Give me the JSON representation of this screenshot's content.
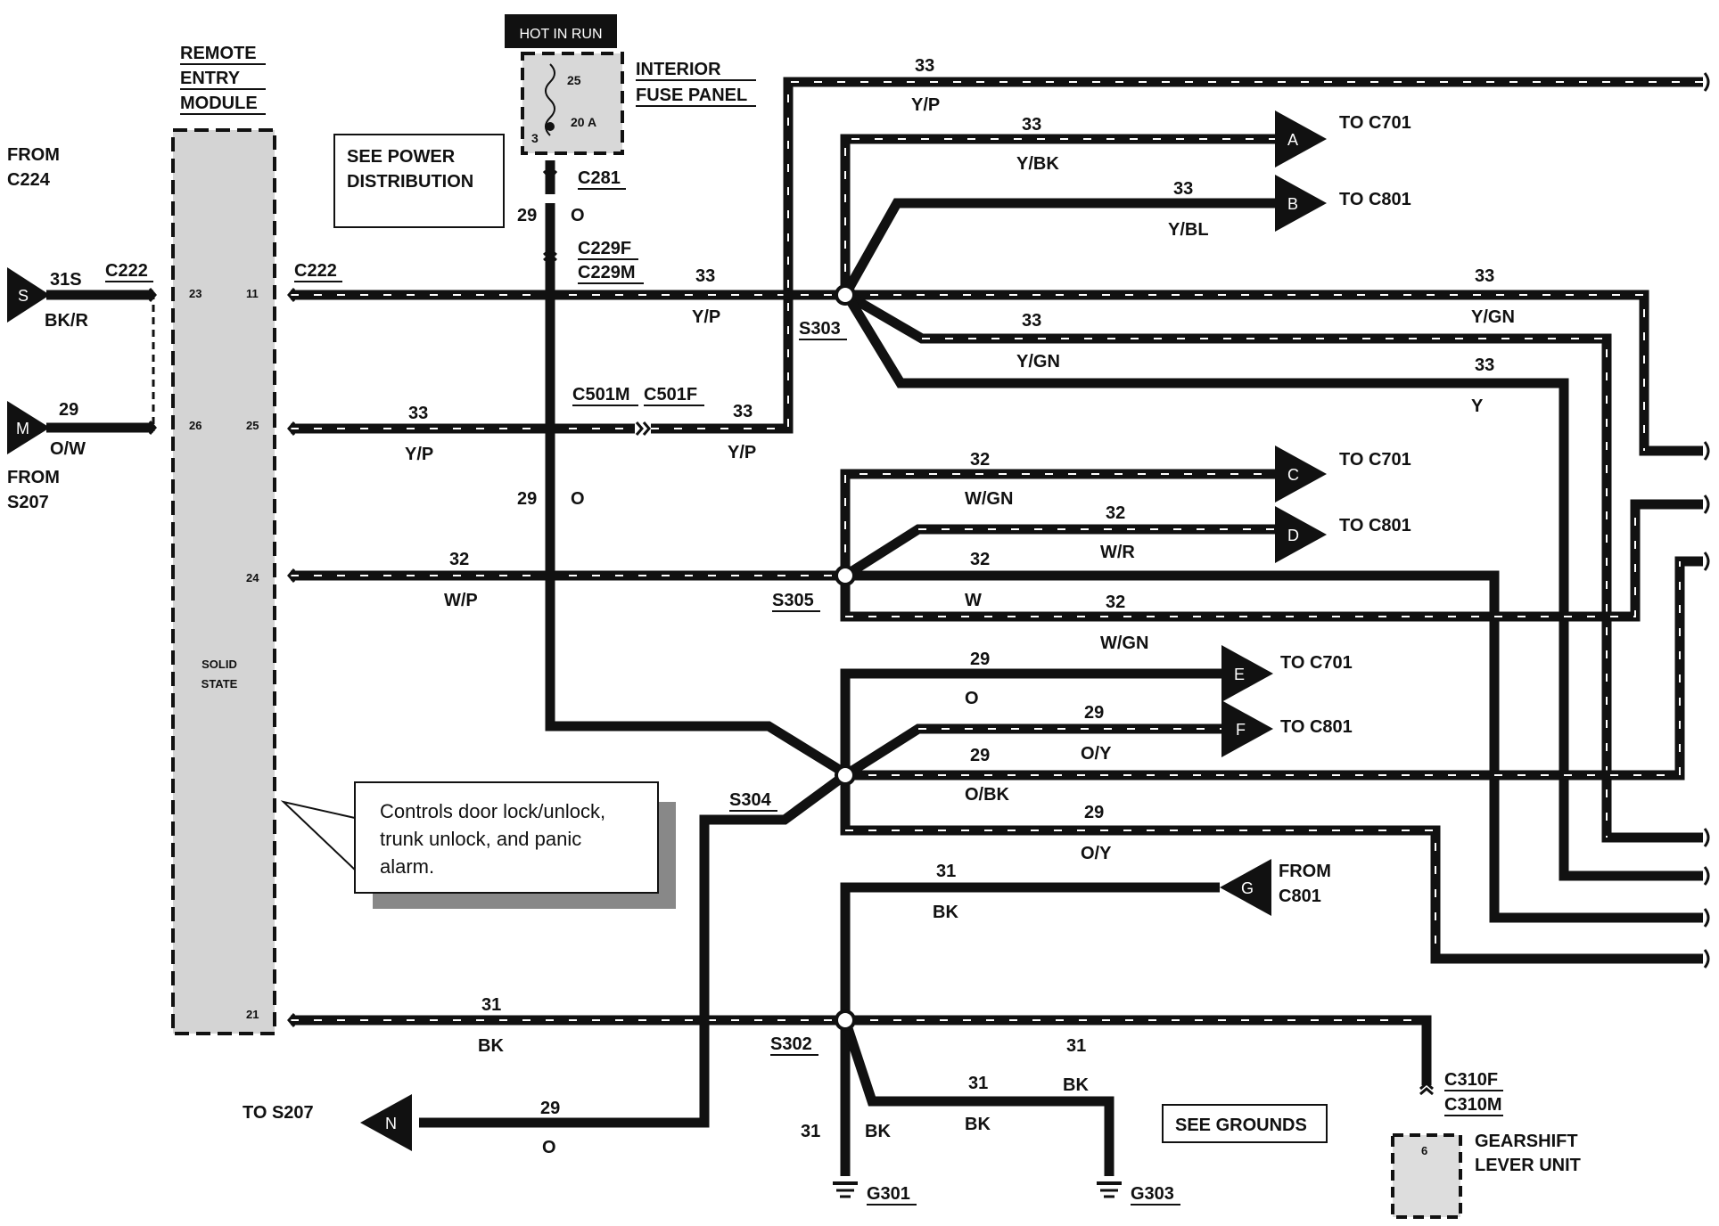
{
  "hot_in_run": "HOT IN RUN",
  "fuse_panel": {
    "line1": "INTERIOR",
    "line2": "FUSE PANEL",
    "fuse_amp": "25",
    "fuse_rating": "20 A",
    "pin": "3"
  },
  "module": {
    "line1": "REMOTE",
    "line2": "ENTRY",
    "line3": "MODULE",
    "solid1": "SOLID",
    "solid2": "STATE",
    "pins": [
      "23",
      "11",
      "26",
      "25",
      "24",
      "21"
    ]
  },
  "see_power": {
    "line1": "SEE POWER",
    "line2": "DISTRIBUTION"
  },
  "see_grounds": "SEE GROUNDS",
  "callout": {
    "line1": "Controls door lock/unlock,",
    "line2": "trunk unlock, and panic",
    "line3": "alarm."
  },
  "from_c224": {
    "line1": "FROM",
    "line2": "C224"
  },
  "from_s207": {
    "line1": "FROM",
    "line2": "S207"
  },
  "to_s207": "TO S207",
  "from_c801": {
    "line1": "FROM",
    "line2": "C801"
  },
  "gearshift": {
    "line1": "GEARSHIFT",
    "line2": "LEVER UNIT",
    "pin": "6"
  },
  "connectors": {
    "s": "S",
    "m": "M",
    "a": "A",
    "b": "B",
    "c": "C",
    "d": "D",
    "e": "E",
    "f": "F",
    "g": "G",
    "n": "N"
  },
  "connector_labels": {
    "c222_left": "C222",
    "c222_right": "C222",
    "c281": "C281",
    "c229f": "C229F",
    "c229m": "C229M",
    "c501m": "C501M",
    "c501f": "C501F",
    "c310f": "C310F",
    "c310m": "C310M",
    "s303": "S303",
    "s305": "S305",
    "s304": "S304",
    "s302": "S302",
    "g301": "G301",
    "g303": "G303"
  },
  "destinations": {
    "a": "TO C701",
    "b": "TO C801",
    "c": "TO C701",
    "d": "TO C801",
    "e": "TO C701",
    "f": "TO C801"
  },
  "wires": {
    "w31s": "31S",
    "w31s_c": "BK/R",
    "w29m": "29",
    "w29m_c": "O/W",
    "w29_fuse": "29",
    "w29_fuse_c": "O",
    "w33a": "33",
    "w33a_c": "Y/P",
    "w33top": "33",
    "w33top_c": "Y/P",
    "w33_ybk": "33",
    "w33_ybk_c": "Y/BK",
    "w33_ybl": "33",
    "w33_ybl_c": "Y/BL",
    "w33_ygn_r": "33",
    "w33_ygn_r_c": "Y/GN",
    "w33_ygn": "33",
    "w33_ygn_c": "Y/GN",
    "w33_y": "33",
    "w33_y_c": "Y",
    "w33_mod": "33",
    "w33_mod_c": "Y/P",
    "w33_c501": "33",
    "w33_c501_c": "Y/P",
    "w29_mid": "29",
    "w29_mid_c": "O",
    "w32_wgn": "32",
    "w32_wgn_c": "W/GN",
    "w32_wr": "32",
    "w32_wr_c": "W/R",
    "w32_mod": "32",
    "w32_mod_c": "W/P",
    "w32_w": "32",
    "w32_w_c": "W",
    "w32_wgn2": "32",
    "w32_wgn2_c": "W/GN",
    "w29_e": "29",
    "w29_e_c": "O",
    "w29_f": "29",
    "w29_f_c": "O/Y",
    "w29_obk": "29",
    "w29_obk_c": "O/BK",
    "w29_oy": "29",
    "w29_oy_c": "O/Y",
    "w31_g": "31",
    "w31_g_c": "BK",
    "w31_mod": "31",
    "w31_mod_c": "BK",
    "w31_right": "31",
    "w31_g303": "31",
    "w31_g303_c": "BK",
    "w31_g303b_c": "BK",
    "w31_g301": "31",
    "w31_g301_c": "BK",
    "w29_n": "29",
    "w29_n_c": "O"
  }
}
